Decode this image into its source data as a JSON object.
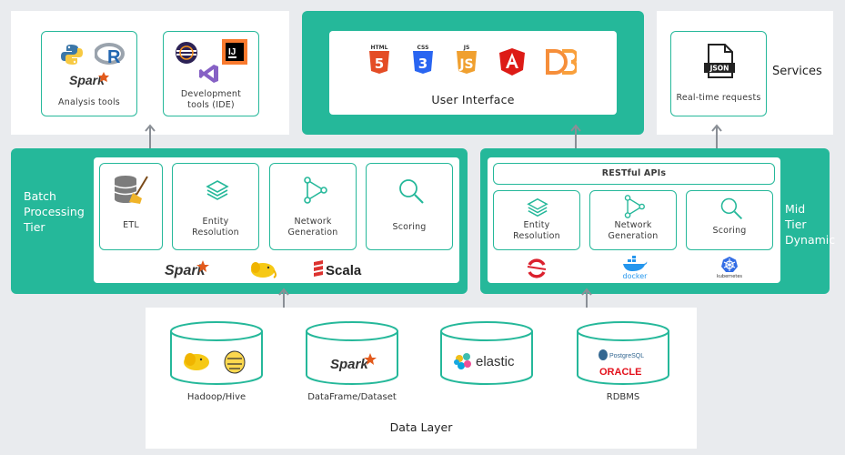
{
  "top": {
    "analysis_tools": "Analysis tools",
    "dev_tools_line1": "Development",
    "dev_tools_line2": "tools (IDE)",
    "user_interface": "User Interface",
    "ui_tech": [
      "HTML",
      "CSS",
      "JS"
    ],
    "json_label": "JSON",
    "realtime_requests": "Real-time requests",
    "services": "Services"
  },
  "batch": {
    "title_line1": "Batch",
    "title_line2": "Processing",
    "title_line3": "Tier",
    "cards": [
      "ETL",
      "Entity\nResolution",
      "Network\nGeneration",
      "Scoring"
    ],
    "etl": "ETL",
    "entity_res": "Entity\nResolution",
    "network_gen": "Network\nGeneration",
    "scoring": "Scoring",
    "scala": "Scala",
    "spark": "Spark"
  },
  "mid": {
    "restful": "RESTful APIs",
    "entity_res": "Entity\nResolution",
    "network_gen": "Network\nGeneration",
    "scoring": "Scoring",
    "title_line1": "Mid",
    "title_line2": "Tier",
    "title_line3": "Dynamic",
    "docker": "docker",
    "kubernetes": "kubernetes"
  },
  "data_layer": {
    "title": "Data Layer",
    "hadoop_hive": "Hadoop/Hive",
    "dataframe": "DataFrame/Dataset",
    "elastic": "elastic",
    "rdbms": "RDBMS",
    "postgresql": "PostgreSQL",
    "oracle": "ORACLE",
    "spark": "Spark"
  },
  "colors": {
    "teal": "#25b89a",
    "background": "#e9ebee"
  }
}
